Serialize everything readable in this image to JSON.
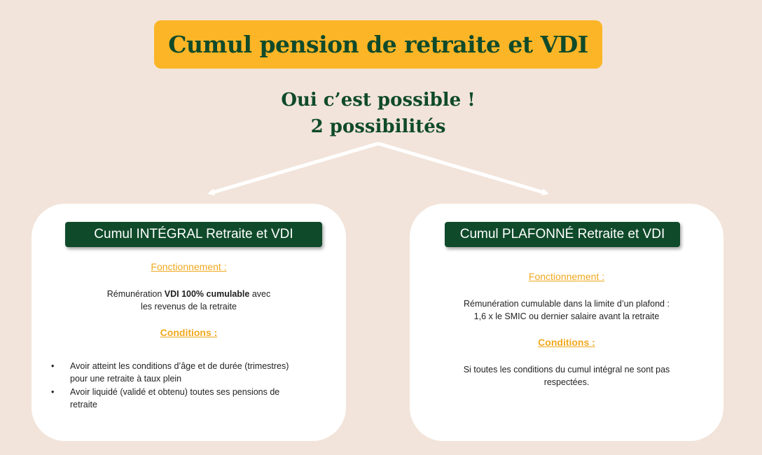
{
  "title": "Cumul pension de retraite et VDI",
  "subtitle": {
    "line1": "Oui c’est possible !",
    "line2": "2 possibilités"
  },
  "left_card": {
    "header": "Cumul INTÉGRAL Retraite et VDI",
    "fonctionnement_label": "Fonctionnement :",
    "fonctionnement_pre": "Rémunération ",
    "fonctionnement_bold": "VDI 100% cumulable",
    "fonctionnement_post": " avec",
    "fonctionnement_line2": "les revenus de la retraite",
    "conditions_label": "Conditions :",
    "bullet_symbol": "•",
    "bullets": [
      {
        "line1": "Avoir atteint les conditions d’âge et de durée (trimestres)",
        "line2": "pour une retraite à taux plein"
      },
      {
        "line1": "Avoir liquidé (validé et obtenu) toutes ses pensions de",
        "line2": "retraite"
      }
    ]
  },
  "right_card": {
    "header": "Cumul PLAFONNÉ Retraite et VDI",
    "fonctionnement_label": "Fonctionnement :",
    "fonctionnement_line1": "Rémunération cumulable dans la limite d’un plafond :",
    "fonctionnement_line2": "1,6 x le SMIC ou dernier salaire avant la retraite",
    "conditions_label": "Conditions :",
    "conditions_line1": "Si toutes les conditions du cumul intégral ne sont pas",
    "conditions_line2": "respectées."
  },
  "colors": {
    "background": "#f2e4da",
    "banner": "#fbb526",
    "dark_green": "#0f4a2a",
    "accent_orange": "#f0a81e",
    "card": "#ffffff",
    "arrow": "#ffffff"
  }
}
